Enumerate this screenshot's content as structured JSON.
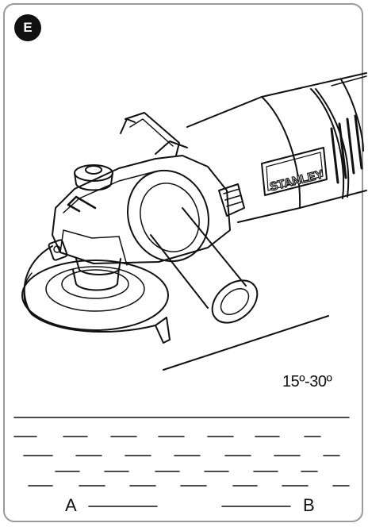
{
  "figure": {
    "badge_label": "E",
    "brand": "STANLEY",
    "angle_label": "15º-30º",
    "label_a": "A",
    "label_b": "B"
  },
  "colors": {
    "line": "#111111",
    "frame": "#9a9a9a",
    "badge": "#111111"
  }
}
